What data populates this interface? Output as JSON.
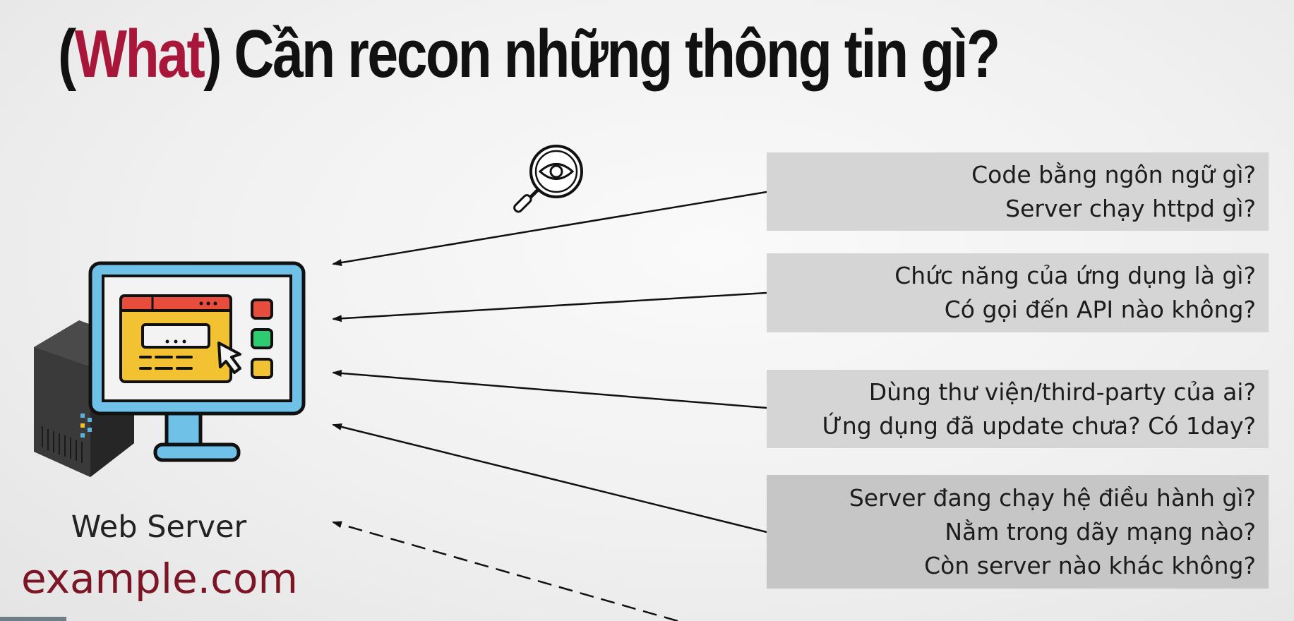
{
  "title": {
    "open_paren": "(",
    "accent": "What",
    "close_paren": ")",
    "rest": " Cần recon những thông tin gì?"
  },
  "target": {
    "label": "Web Server",
    "domain": "example.com"
  },
  "question_boxes": [
    {
      "lines": [
        "Code bằng ngôn ngữ gì?",
        "Server chạy httpd gì?"
      ]
    },
    {
      "lines": [
        "Chức năng của ứng dụng là gì?",
        "Có gọi đến API nào không?"
      ]
    },
    {
      "lines": [
        "Dùng thư viện/third-party của ai?",
        "Ứng dụng đã update chưa? Có 1day?"
      ]
    },
    {
      "lines": [
        "Server đang chạy hệ điều hành gì?",
        "Nằm trong dãy mạng nào?",
        "Còn server nào khác không?"
      ]
    }
  ],
  "icons": {
    "recon": "magnifier-eye-icon",
    "server": "server-tower-icon",
    "monitor": "monitor-webpage-icon"
  },
  "colors": {
    "accent": "#a8163a",
    "domain": "#7c1525",
    "box": "#d5d5d5",
    "box_dark": "#c6c6c6",
    "monitor_frame": "#6fc1e8",
    "window_yellow": "#f2c232",
    "window_red": "#e74c3c",
    "button_green": "#2ecc71"
  }
}
